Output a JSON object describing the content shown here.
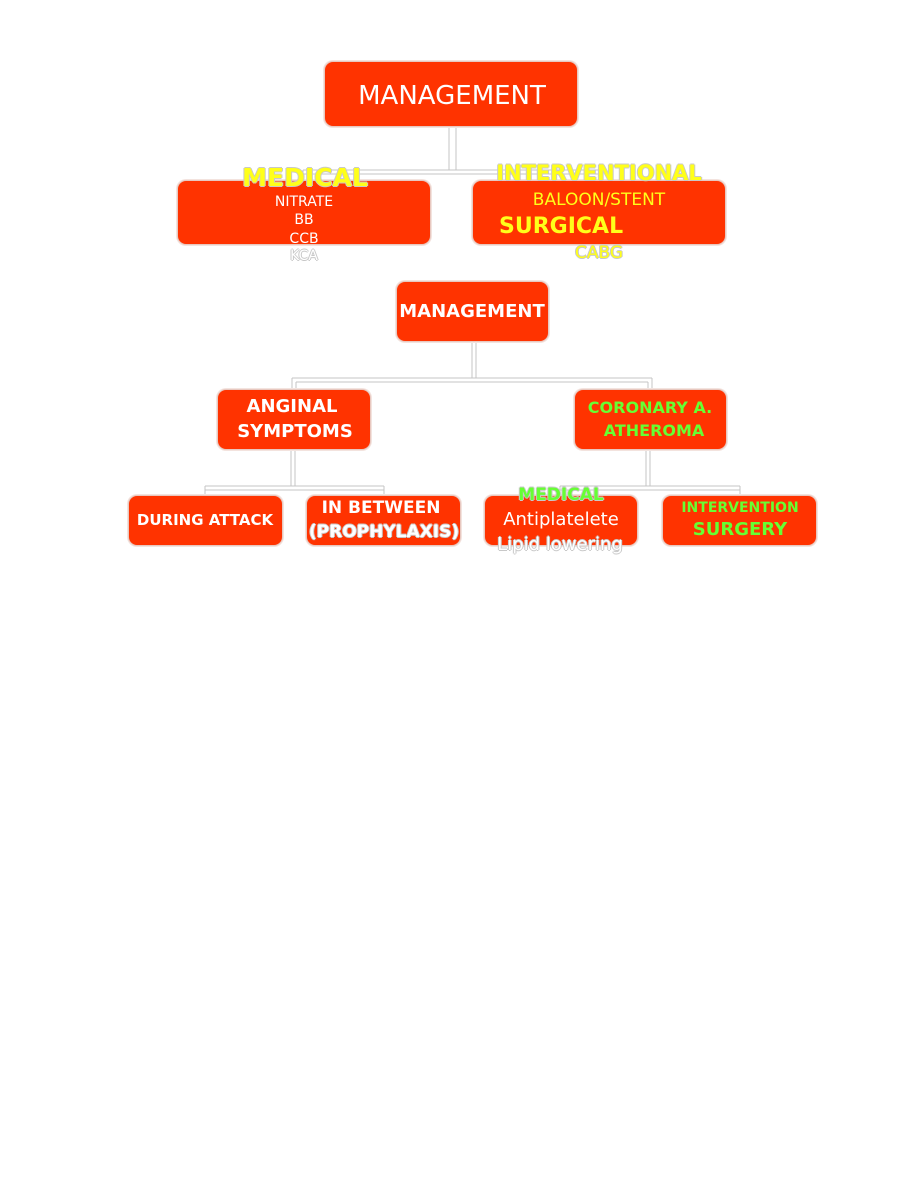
{
  "chart1": {
    "root": "MANAGEMENT",
    "medical": {
      "heading": "MEDICAL",
      "items": [
        "NITRATE",
        "BB",
        "CCB",
        "KCA"
      ]
    },
    "interventional": {
      "heading": "INTERVENTIONAL",
      "item": "BALOON/STENT",
      "surgical_heading": "SURGICAL",
      "surgical_item": "CABG"
    }
  },
  "chart2": {
    "root": "MANAGEMENT",
    "anginal": {
      "line1": "ANGINAL",
      "line2": "SYMPTOMS"
    },
    "coronary": {
      "line1": "CORONARY A.",
      "line2": "ATHEROMA"
    },
    "during_attack": "DURING ATTACK",
    "in_between": {
      "line1": "IN BETWEEN",
      "line2": "(PROPHYLAXIS)"
    },
    "medical": {
      "heading": "MEDICAL",
      "items": [
        "Antiplatelete",
        "Lipid lowering"
      ]
    },
    "intervention": {
      "line1": "INTERVENTION",
      "line2": "SURGERY"
    }
  },
  "colors": {
    "box_fill": "#ff3300",
    "heading_yellow": "#ffff1a",
    "heading_green": "#66ff33",
    "text_white": "#ffffff"
  }
}
